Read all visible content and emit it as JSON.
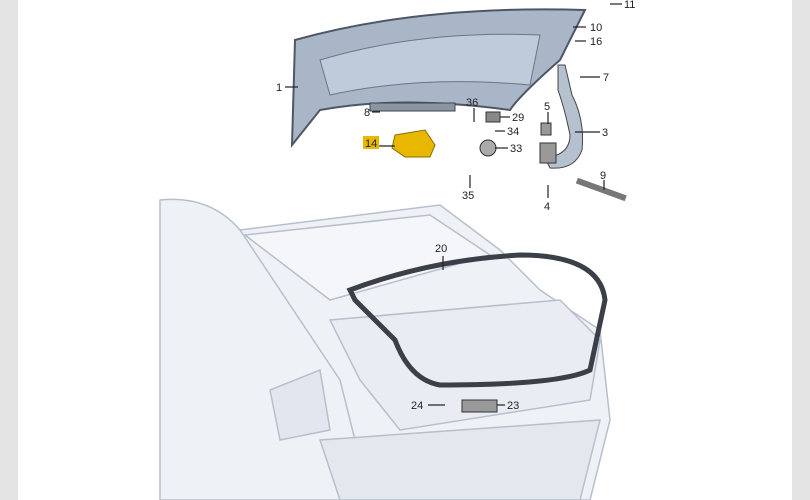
{
  "diagram": {
    "title": "Trunk lid assembly parts diagram",
    "highlight_color": "#e8b800",
    "parts": [
      {
        "id": "1",
        "name": "trunk-lid"
      },
      {
        "id": "3",
        "name": "hinge"
      },
      {
        "id": "4",
        "name": "bolt"
      },
      {
        "id": "5",
        "name": "clip"
      },
      {
        "id": "7",
        "name": "bolt"
      },
      {
        "id": "8",
        "name": "handle-strip"
      },
      {
        "id": "9",
        "name": "gas-strut"
      },
      {
        "id": "10",
        "name": "washer"
      },
      {
        "id": "11",
        "name": "buffer"
      },
      {
        "id": "14",
        "name": "lock",
        "highlighted": true
      },
      {
        "id": "16",
        "name": "screw"
      },
      {
        "id": "20",
        "name": "seal"
      },
      {
        "id": "23",
        "name": "striker"
      },
      {
        "id": "24",
        "name": "screw"
      },
      {
        "id": "29",
        "name": "actuator"
      },
      {
        "id": "33",
        "name": "lock-cylinder"
      },
      {
        "id": "34",
        "name": "grommet"
      },
      {
        "id": "35",
        "name": "cable"
      },
      {
        "id": "36",
        "name": "pin"
      }
    ]
  }
}
